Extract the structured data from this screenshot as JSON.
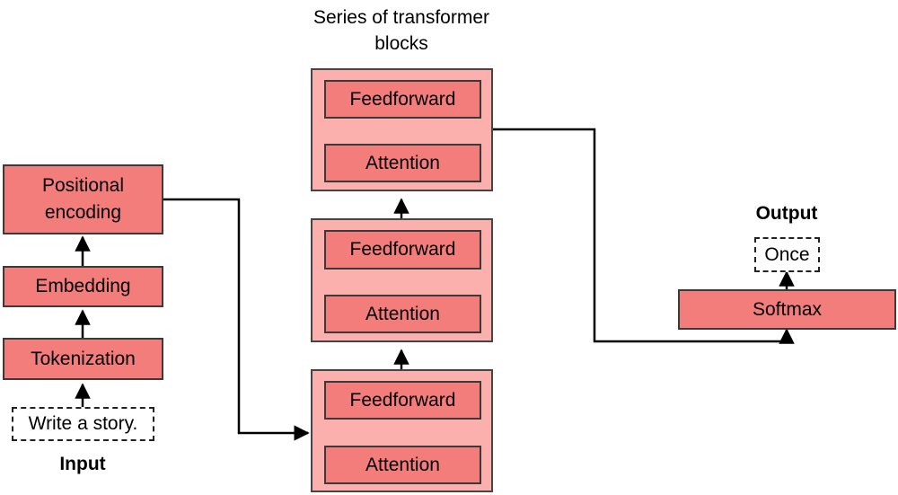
{
  "input": {
    "label": "Input",
    "text": "Write a story."
  },
  "left_stack": {
    "tokenization": "Tokenization",
    "embedding": "Embedding",
    "positional_encoding": "Positional encoding"
  },
  "transformer": {
    "title": "Series of transformer blocks",
    "blocks": [
      {
        "feedforward": "Feedforward",
        "attention": "Attention"
      },
      {
        "feedforward": "Feedforward",
        "attention": "Attention"
      },
      {
        "feedforward": "Feedforward",
        "attention": "Attention"
      }
    ]
  },
  "output": {
    "label": "Output",
    "text": "Once",
    "softmax": "Softmax"
  }
}
